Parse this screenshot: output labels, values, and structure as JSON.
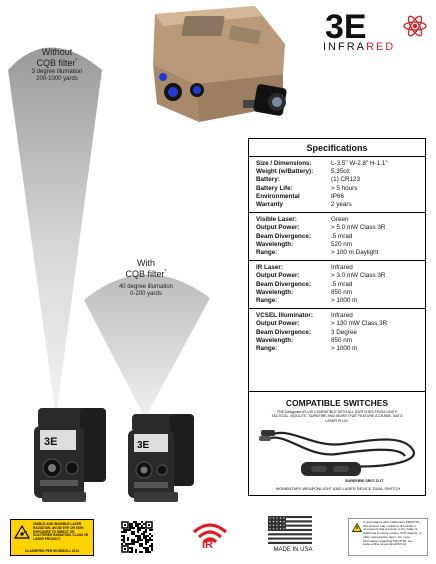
{
  "logo": {
    "mark": "3E",
    "word_main": "INFRA",
    "word_accent": "RED"
  },
  "beams": {
    "without": {
      "line1": "Without",
      "line2": "CQB filter",
      "trademark": "*",
      "line3": "3 degree  illumation",
      "line4": "200-1000 yards"
    },
    "with": {
      "line1": "With",
      "line2": "CQB filter",
      "trademark": "*",
      "line3": "40 degree  illumation",
      "line4": "0-200 yards"
    }
  },
  "specs": {
    "title": "Specifications",
    "blocks": [
      {
        "rows": [
          {
            "k": "Size / Dimensions:",
            "v": "L-3.5\" W-2.8\" H-1.1\""
          },
          {
            "k": "Weight (w/Battery):",
            "v": "5.35oz"
          },
          {
            "k": "Battery:",
            "v": "(1) CR123"
          },
          {
            "k": "Battery Life:",
            "v": "> 5 hours"
          },
          {
            "k": "Environmental",
            "v": "IP66"
          },
          {
            "k": "Warranty",
            "v": "2 years"
          }
        ]
      },
      {
        "rows": [
          {
            "k": "Visible Laser:",
            "v": "Green"
          },
          {
            "k": "Output Power:",
            "v": "> 5.0 mW Class 3R"
          },
          {
            "k": "Beam Divergence:",
            "v": ".5 mrad"
          },
          {
            "k": "Wavelength:",
            "v": "520 nm"
          },
          {
            "k": "Range:",
            "v": "> 100 m Daylight"
          }
        ]
      },
      {
        "rows": [
          {
            "k": "IR Laser:",
            "v": "Infrared"
          },
          {
            "k": "Output Power:",
            "v": "> 3.0 mW Class 3R"
          },
          {
            "k": "Beam Divergence:",
            "v": ".5 mrad"
          },
          {
            "k": "Wavelength:",
            "v": "850 nm"
          },
          {
            "k": "Range:",
            "v": "> 1000 m"
          }
        ]
      },
      {
        "rows": [
          {
            "k": "VCSEL Illuminator:",
            "v": "Infrared"
          },
          {
            "k": "Output Power:",
            "v": "> 130 mW Class 3R"
          },
          {
            "k": "Beam Divergence:",
            "v": "3 Degree"
          },
          {
            "k": "Wavelength:",
            "v": "850 nm"
          },
          {
            "k": "Range:",
            "v": "> 1000 m"
          }
        ]
      }
    ]
  },
  "compat": {
    "title": "COMPATIBLE SWITCHES",
    "desc": "THE Designate-IR-VIS COMPATIBLE WITH ALL SWITCHES FROM UNITY TACTICAL, MODLITE, SUREFIRE AND MORE THAT FEATURE A CRANE, NATO LASER PLUG.",
    "switch_name": "SUREFIRE SR07-D-IT",
    "switch_desc": "MOMENTARY WEAPONLIGHT AND LASER DEVICE DUAL SWITCH"
  },
  "badges": {
    "warning_text": "VISIBLE AND INVISIBLE LASER RADIATION. AVOID EYE OR SKIN EXPOSURE TO DIRECT OR SCATTERED RADIATION. CLASS 3R LASER PRODUCT",
    "warning_foot": "CLASSIFIED PER IEC60825-1 2014",
    "ir": "IR",
    "made_in": "MADE IN USA",
    "prop65": "In accordance with California's PROP 65, this product may contain a chemical or component that is known to the State of California to cause cancer, birth defects, or other reproductive harm. For more information regarding PROP 65, see www.oehha.ca.gov/prop65.html"
  },
  "colors": {
    "accent_red": "#d51f26",
    "warning_yellow": "#ffd200",
    "device_tan": "#b89a78",
    "lens_blue": "#2438d6"
  }
}
